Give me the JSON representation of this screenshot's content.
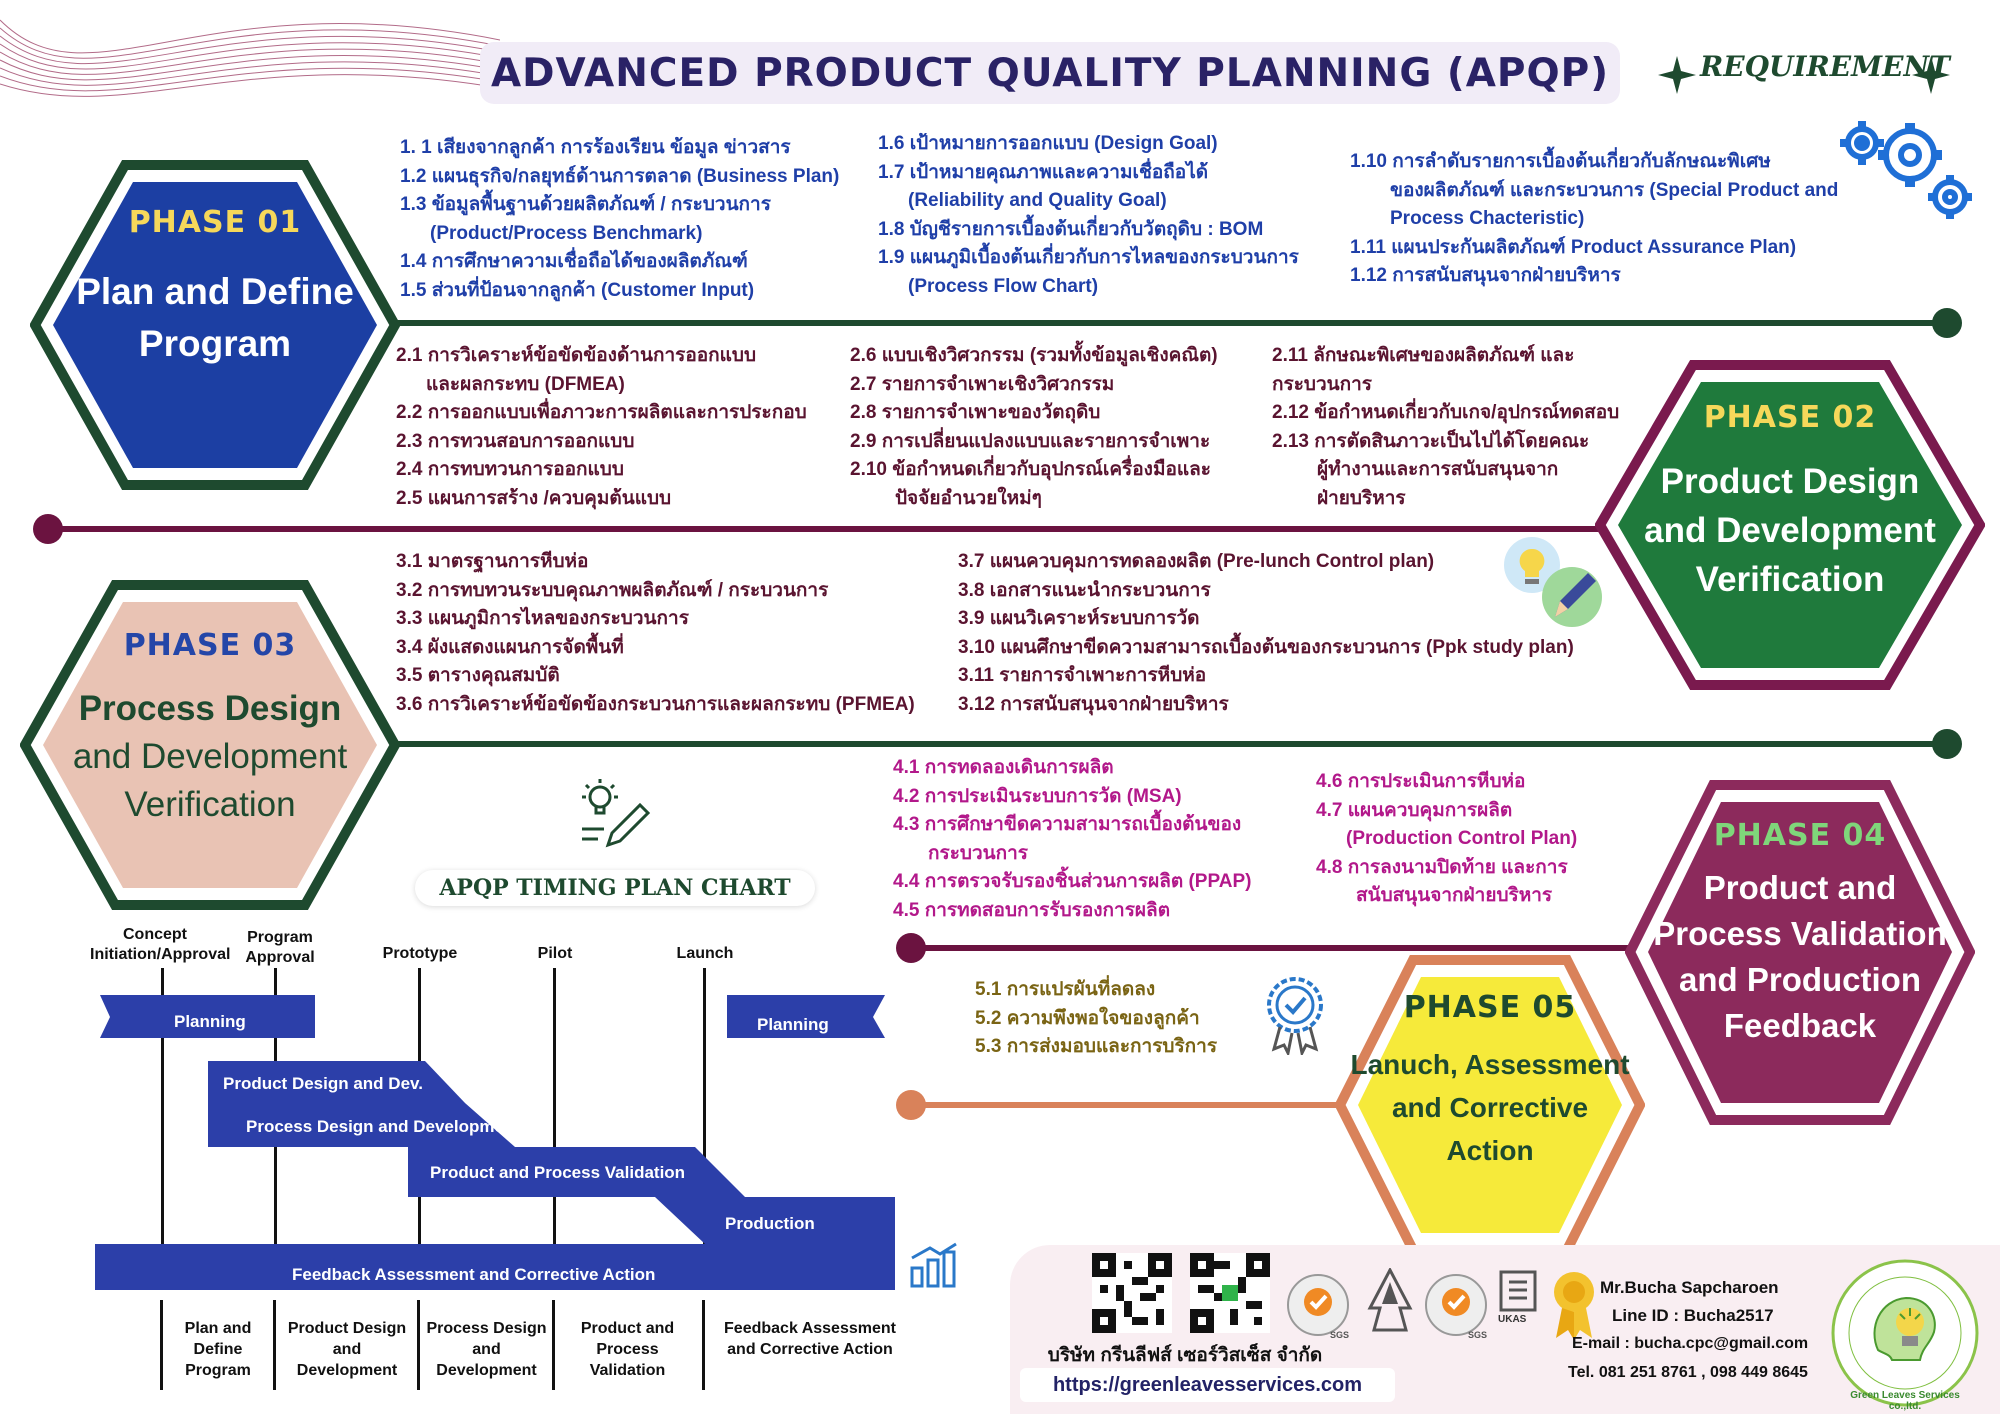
{
  "title": "ADVANCED PRODUCT QUALITY PLANNING (APQP)",
  "requirement_label": "REQUIREMENT",
  "phases": [
    {
      "tag": "PHASE 01",
      "name_lines": [
        "Plan and Define",
        "Program"
      ],
      "fill": "#1c3fa3",
      "border": "#1e4a2f",
      "tag_color": "#f6d85a",
      "text_color": "#ffffff"
    },
    {
      "tag": "PHASE 02",
      "name_lines": [
        "Product Design",
        "and Development",
        "Verification"
      ],
      "fill": "#1f7a3c",
      "border": "#7a1a4e",
      "tag_color": "#f6d85a",
      "text_color": "#ffffff"
    },
    {
      "tag": "PHASE 03",
      "name_lines": [
        "Process Design",
        "and Development",
        "Verification"
      ],
      "fill": "#e9c3b4",
      "border": "#1e4a2f",
      "tag_color": "#2446a8",
      "text_color": "#1e4a2f"
    },
    {
      "tag": "PHASE 04",
      "name_lines": [
        "Product and",
        "Process Validation",
        "and Production",
        "Feedback"
      ],
      "fill": "#8c2a5c",
      "border": "#8c2a5c",
      "tag_color": "#7fd67a",
      "text_color": "#ffffff"
    },
    {
      "tag": "PHASE 05",
      "name_lines": [
        "Lanuch, Assessment",
        "and Corrective",
        "Action"
      ],
      "fill": "#f6ea3a",
      "border": "#d9825a",
      "tag_color": "#1e4a2f",
      "text_color": "#1e4a2f"
    }
  ],
  "phase1_items": {
    "col1": [
      "1. 1 เสียงจากลูกค้า การร้องเรียน  ข้อมูล ข่าวสาร",
      "1.2 แผนธุรกิจ/กลยุทธ์ด้านการตลาด (Business Plan)",
      "1.3 ข้อมูลพื้นฐานด้วยผลิตภัณฑ์ / กระบวนการ",
      "(Product/Process Benchmark)",
      "1.4 การศึกษาความเชื่อถือได้ของผลิตภัณฑ์",
      "1.5 ส่วนที่ป้อนจากลูกค้า (Customer Input)"
    ],
    "col2": [
      "1.6 เป้าหมายการออกแบบ (Design Goal)",
      "1.7 เป้าหมายคุณภาพและความเชื่อถือได้",
      "(Reliability and Quality Goal)",
      "1.8 บัญชีรายการเบื้องต้นเกี่ยวกับวัตถุดิบ : BOM",
      "1.9 แผนภูมิเบื้องต้นเกี่ยวกับการไหลของกระบวนการ",
      "(Process Flow Chart)"
    ],
    "col3": [
      "1.10 การลำดับรายการเบื้องต้นเกี่ยวกับลักษณะพิเศษ",
      "ของผลิตภัณฑ์ และกระบวนการ (Special Product and",
      "Process Chacteristic)",
      "1.11 แผนประกันผลิตภัณฑ์ Product Assurance Plan)",
      "1.12 การสนับสนุนจากฝ่ายบริหาร"
    ]
  },
  "phase2_items": {
    "col1": [
      "2.1 การวิเคราะห์ข้อขัดข้องด้านการออกแบบ",
      "และผลกระทบ (DFMEA)",
      "2.2 การออกแบบเพื่อภาวะการผลิตและการประกอบ",
      "2.3 การทวนสอบการออกแบบ",
      "2.4 การทบทวนการออกแบบ",
      "2.5 แผนการสร้าง /ควบคุมต้นแบบ"
    ],
    "col2": [
      "2.6 แบบเชิงวิศวกรรม (รวมทั้งข้อมูลเชิงคณิต)",
      "2.7 รายการจำเพาะเชิงวิศวกรรม",
      "2.8 รายการจำเพาะของวัตถุดิบ",
      "2.9 การเปลี่ยนแปลงแบบและรายการจำเพาะ",
      "2.10 ข้อกำหนดเกี่ยวกับอุปกรณ์เครื่องมือและ",
      "ปัจจัยอำนวยใหม่ๆ"
    ],
    "col3": [
      "2.11 ลักษณะพิเศษของผลิตภัณฑ์ และ",
      "กระบวนการ",
      "2.12 ข้อกำหนดเกี่ยวกับเกจ/อุปกรณ์ทดสอบ",
      "2.13 การตัดสินภาวะเป็นไปได้โดยคณะ",
      "ผู้ทำงานและการสนับสนุนจาก",
      "ฝ่ายบริหาร"
    ]
  },
  "phase3_items": {
    "col1": [
      "3.1 มาตรฐานการหีบห่อ",
      "3.2 การทบทวนระบบคุณภาพผลิตภัณฑ์ / กระบวนการ",
      "3.3 แผนภูมิการไหลของกระบวนการ",
      "3.4 ผังแสดงแผนการจัดพื้นที่",
      "3.5 ตารางคุณสมบัติ",
      "3.6 การวิเคราะห์ข้อขัดข้องกระบวนการและผลกระทบ (PFMEA)"
    ],
    "col2": [
      "3.7 แผนควบคุมการทดลองผลิต (Pre-lunch Control plan)",
      "3.8 เอกสารแนะนำกระบวนการ",
      "3.9 แผนวิเคราะห์ระบบการวัด",
      "3.10 แผนศึกษาขีดความสามารถเบื้องต้นของกระบวนการ (Ppk study plan)",
      "3.11 รายการจำเพาะการหีบห่อ",
      "3.12 การสนับสนุนจากฝ่ายบริหาร"
    ]
  },
  "phase4_items": {
    "col1": [
      "4.1 การทดลองเดินการผลิต",
      "4.2 การประเมินระบบการวัด (MSA)",
      "4.3 การศึกษาขีดความสามารถเบื้องต้นของ",
      "กระบวนการ",
      "4.4 การตรวจรับรองชิ้นส่วนการผลิต (PPAP)",
      "4.5 การทดสอบการรับรองการผลิต"
    ],
    "col2": [
      "4.6 การประเมินการหีบห่อ",
      "4.7 แผนควบคุมการผลิต",
      "(Production Control Plan)",
      "4.8  การลงนามปิดท้าย และการ",
      "สนับสนุนจากฝ่ายบริหาร"
    ]
  },
  "phase5_items": [
    "5.1  การแปรผันที่ลดลง",
    "5.2 ความพึงพอใจของลูกค้า",
    "5.3 การส่งมอบและการบริการ"
  ],
  "timing_chart": {
    "title": "APQP TIMING PLAN CHART",
    "milestones": [
      "Concept Initiation/Approval",
      "Program Approval",
      "Prototype",
      "Pilot",
      "Launch"
    ],
    "bars": [
      "Planning",
      "Planning",
      "Product Design and Dev.",
      "Process Design and Development",
      "Product and Process Validation",
      "Production",
      "Feedback Assessment and Corrective Action"
    ],
    "footer_labels": [
      "Plan and Define Program",
      "Product Design and Development",
      "Process Design and Development",
      "Product and Process Validation",
      "Feedback Assessment and Corrective Action"
    ]
  },
  "footer": {
    "company_th": "บริษัท กรีนลีฟส์ เซอร์วิสเซ็ส จำกัด",
    "website": "https://greenleavesservices.com",
    "contact_name": "Mr.Bucha  Sapcharoen",
    "line_id": "Line ID : Bucha2517",
    "email": "E-mail : bucha.cpc@gmail.com",
    "tel": "Tel. 081 251 8761 , 098 449 8645",
    "logo_ring_text": "Green Leaves Services co.,ltd.",
    "cert_marks": [
      "SGS",
      "SGS",
      "UKAS"
    ]
  },
  "colors": {
    "title_navy": "#2a2266",
    "dark_green": "#1e4a2f",
    "maroon": "#6b1340",
    "copper": "#d9825a",
    "gantt_blue": "#2c3fa9"
  }
}
